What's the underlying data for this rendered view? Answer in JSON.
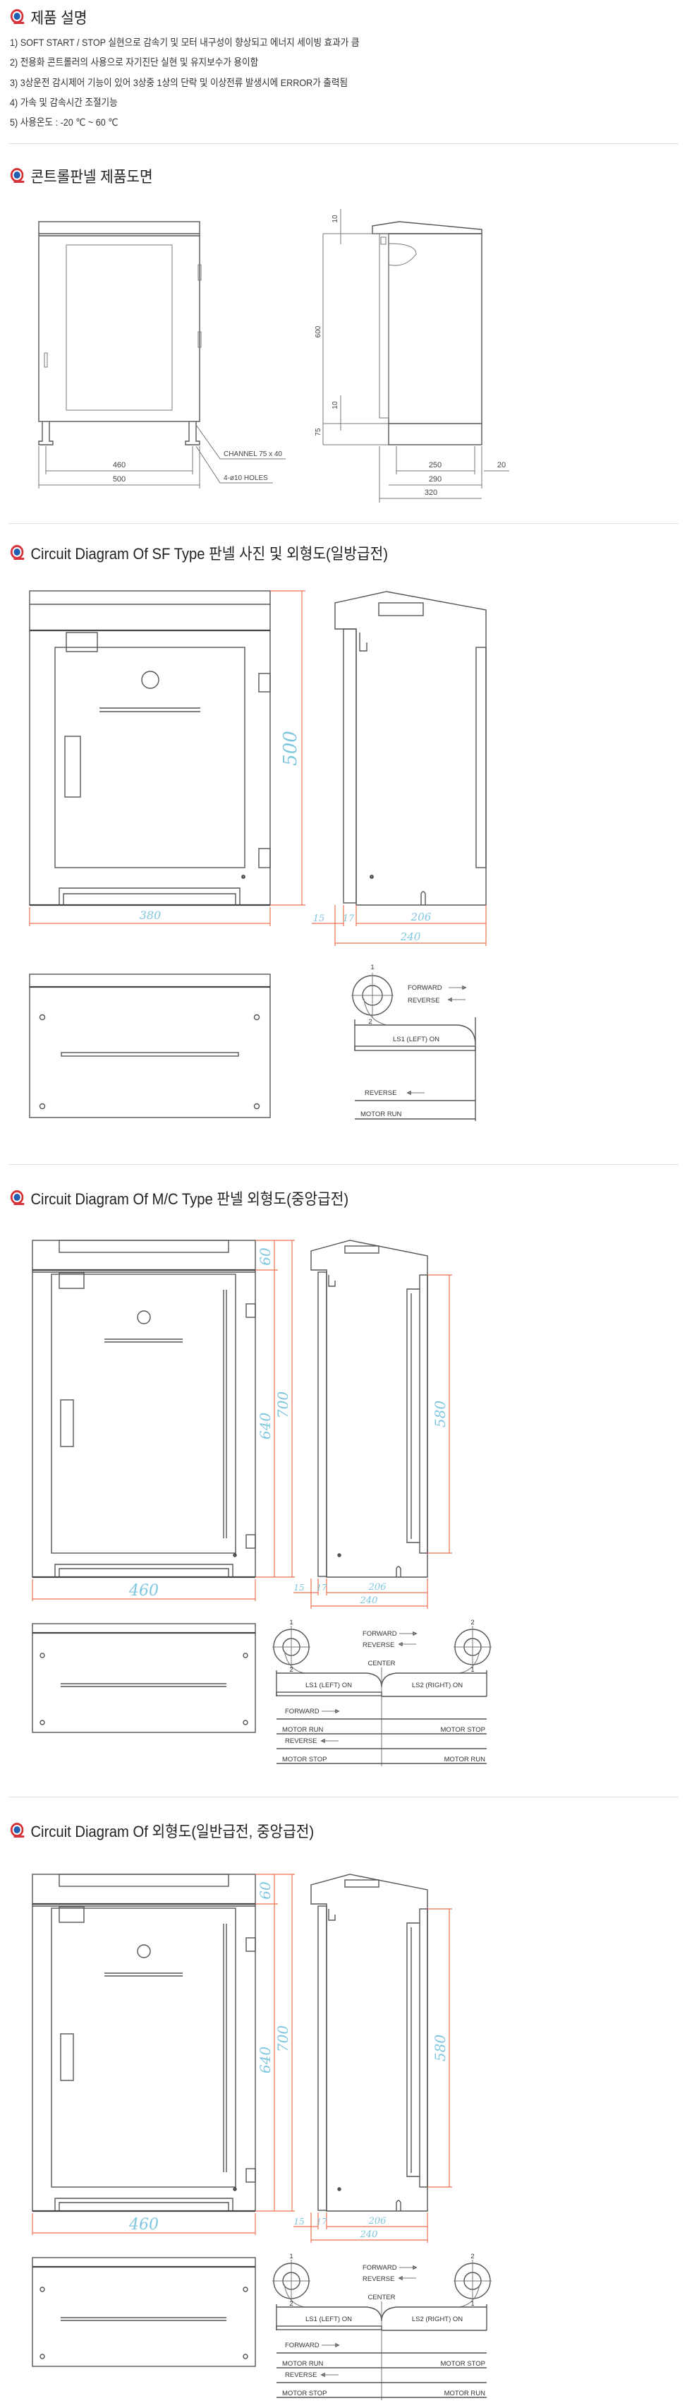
{
  "product_desc": {
    "title": "제품 설명",
    "items": [
      "1) SOFT START / STOP 실현으로 감속기 및 모터 내구성이 향상되고 에너지 세이빙 효과가 큼",
      "2) 전용화 콘트롤러의 사용으로 자기진단 실현 및 유지보수가 용이함",
      "3) 3상운전 감시제어 기능이 있어 3상중 1상의 단락 및 이상전류 발생시에 ERROR가 출력됨",
      "4) 가속 및 감속시간 조절기능",
      "5) 사용온도 : -20 ℃ ~ 60 ℃"
    ]
  },
  "control_panel": {
    "title": "콘트롤판넬 제품도면",
    "dims": {
      "top10": "10",
      "h600": "600",
      "bot10": "10",
      "h75": "75",
      "w460": "460",
      "w500": "500",
      "d250": "250",
      "d20": "20",
      "d290": "290",
      "d320": "320"
    },
    "channel": "CHANNEL 75 x 40",
    "holes": "4-ø10 HOLES"
  },
  "sf": {
    "title": "Circuit Diagram Of SF Type 판넬 사진 및 외형도(일방급전)",
    "dims": {
      "h500": "500",
      "w380": "380",
      "d15": "15",
      "d17": "17",
      "d206": "206",
      "d240": "240"
    },
    "circuit": {
      "n1": "1",
      "n2": "2",
      "forward": "FORWARD",
      "reverse": "REVERSE",
      "ls1": "LS1 (LEFT) ON",
      "reverse_row": "REVERSE",
      "motor_run": "MOTOR RUN"
    }
  },
  "mc": {
    "title": "Circuit Diagram Of M/C Type 판넬 외형도(중앙급전)",
    "dims": {
      "h60": "60",
      "h640": "640",
      "h700": "700",
      "h580": "580",
      "w460": "460",
      "d15": "15",
      "d17": "17",
      "d206": "206",
      "d240": "240"
    },
    "circuit": {
      "n1": "1",
      "n2": "2",
      "forward": "FORWARD",
      "reverse": "REVERSE",
      "center": "CENTER",
      "ls1": "LS1 (LEFT) ON",
      "ls2": "LS2 (RIGHT) ON",
      "forward_row": "FORWARD",
      "motor_run_1": "MOTOR RUN",
      "motor_stop_1": "MOTOR STOP",
      "reverse_row": "REVERSE",
      "motor_stop_2": "MOTOR STOP",
      "motor_run_2": "MOTOR RUN"
    }
  },
  "general": {
    "title": "Circuit Diagram Of 외형도(일반급전, 중앙급전)",
    "dims": {
      "h60": "60",
      "h640": "640",
      "h700": "700",
      "h580": "580",
      "w460": "460",
      "d15": "15",
      "d17": "17",
      "d206": "206",
      "d240": "240"
    },
    "circuit": {
      "n1": "1",
      "n2": "2",
      "forward": "FORWARD",
      "reverse": "REVERSE",
      "center": "CENTER",
      "ls1": "LS1 (LEFT) ON",
      "ls2": "LS2 (RIGHT) ON",
      "forward_row": "FORWARD",
      "motor_run_1": "MOTOR RUN",
      "motor_stop_1": "MOTOR STOP",
      "reverse_row": "REVERSE",
      "motor_stop_2": "MOTOR STOP",
      "motor_run_2": "MOTOR RUN"
    }
  },
  "colors": {
    "dimension_line": "#ee7150",
    "dimension_text": "#7fc6df",
    "icon_red": "#d6333a",
    "icon_blue": "#1f5fb0"
  }
}
